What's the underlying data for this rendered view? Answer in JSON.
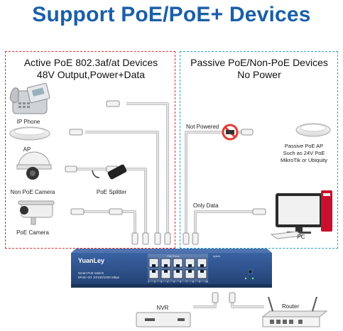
{
  "title": "Support PoE/PoE+ Devices",
  "left_panel": {
    "heading_line1": "Active PoE 802.3af/at Devices",
    "heading_line2": "48V Output,Power+Data",
    "devices": {
      "ip_phone": "IP Phone",
      "ap": "AP",
      "non_poe_camera": "Non PoE Camera",
      "poe_splitter": "PoE Splitter",
      "poe_camera": "PoE Camera"
    }
  },
  "right_panel": {
    "heading_line1": "Passive PoE/Non-PoE Devices",
    "heading_line2": "No Power",
    "not_powered": "Not Powered",
    "passive_ap_line1": "Passive PoE AP",
    "passive_ap_line2": "Such as 24V PoE",
    "passive_ap_line3": "MikroTik or Ubiquity",
    "only_data": "Only Data",
    "pc": "PC"
  },
  "switch": {
    "brand": "YuanLey",
    "model_line1": "Smart PoE Switch",
    "model_line2": "8PoE+2G 10/100/1000 Mbps",
    "poe_port_label": "PoE Ports",
    "uplink_label": "Uplink",
    "port_numbers": [
      "1",
      "2",
      "3",
      "4",
      "5",
      "6",
      "7",
      "8",
      "9",
      "10"
    ]
  },
  "bottom": {
    "nvr": "NVR",
    "router": "Router"
  },
  "colors": {
    "title": "#1a5fa8",
    "left_border": "#d32f2f",
    "right_border": "#29a3c7",
    "switch_body": "#2e4f84",
    "port": "#e8ecef"
  }
}
